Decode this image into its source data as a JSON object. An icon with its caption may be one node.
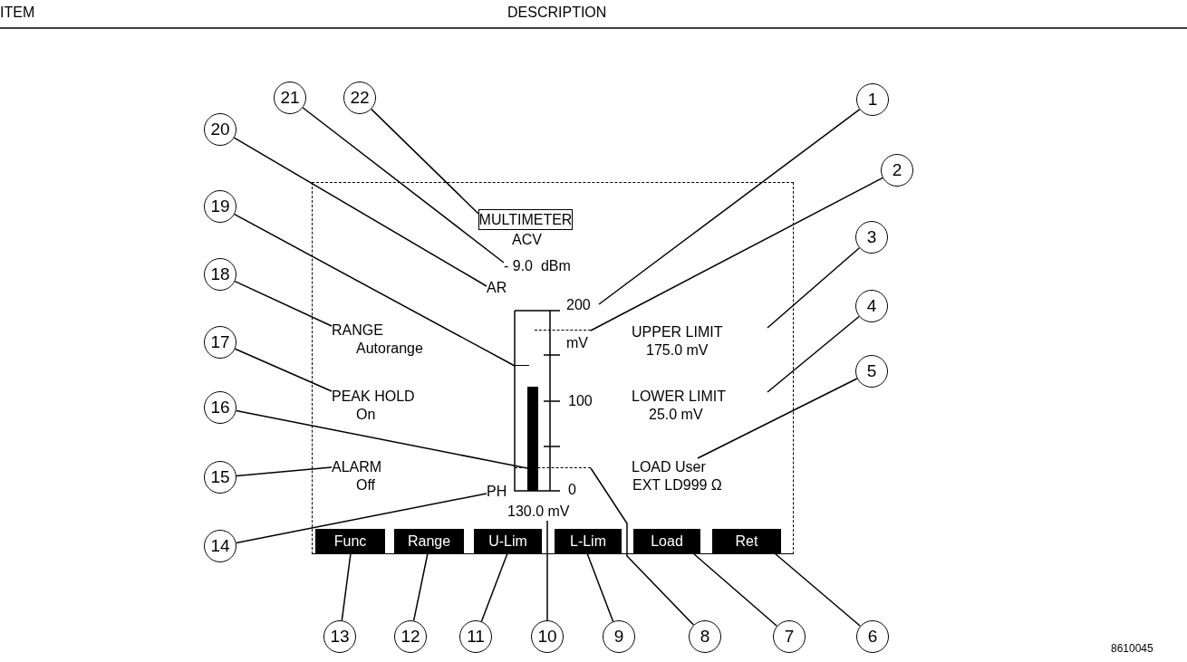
{
  "diagram": {
    "nodes": [
      {
        "text": [
          "1"
        ]
      },
      {
        "text": [
          "2"
        ]
      },
      {
        "text": [
          "3"
        ]
      },
      {
        "text": [
          "4"
        ]
      },
      {
        "text": [
          "5"
        ]
      },
      {
        "text": [
          "6"
        ]
      },
      {
        "text": [
          "7"
        ]
      },
      {
        "text": [
          "8"
        ]
      },
      {
        "text": [
          "9"
        ]
      },
      {
        "text": [
          "10"
        ]
      },
      {
        "text": [
          "11"
        ]
      },
      {
        "text": [
          "12"
        ]
      },
      {
        "text": [
          "13"
        ]
      },
      {
        "text": [
          "14"
        ]
      },
      {
        "text": [
          "15"
        ]
      },
      {
        "text": [
          "16"
        ]
      },
      {
        "text": [
          "17"
        ]
      },
      {
        "text": [
          "18"
        ]
      },
      {
        "text": [
          "19"
        ]
      },
      {
        "text": [
          "20"
        ]
      },
      {
        "text": [
          "21"
        ]
      },
      {
        "text": [
          "22"
        ]
      },
      {
        "text": [
          "200"
        ]
      },
      {
        "text": [],
        "shape": "line"
      },
      {
        "text": [
          "UPPER LIMIT",
          "175.0 mV"
        ]
      },
      {
        "text": [
          "LOWER LIMIT",
          "25.0 mV"
        ]
      },
      {
        "text": [
          "LOAD User",
          "EXT LD999 Ω"
        ]
      },
      {
        "text": [
          "Ret"
        ]
      },
      {
        "text": [
          "Load"
        ]
      },
      {
        "text": [],
        "shape": "line"
      },
      {
        "text": [
          "L-Lim"
        ]
      },
      {
        "text": [
          "130.0 mV"
        ]
      },
      {
        "text": [
          "U-Lim"
        ]
      },
      {
        "text": [
          "Range"
        ]
      },
      {
        "text": [
          "Func"
        ]
      },
      {
        "text": [
          "PH"
        ]
      },
      {
        "text": [
          "ALARM",
          "Off"
        ]
      },
      {
        "text": [],
        "shape": "bar"
      },
      {
        "text": [
          "PEAK HOLD",
          "On"
        ]
      },
      {
        "text": [
          "RANGE",
          "Autorange"
        ]
      },
      {
        "text": [],
        "shape": "line"
      },
      {
        "text": [
          "AR"
        ]
      },
      {
        "text": [
          "- 9.0  dBm"
        ]
      },
      {
        "text": [
          "MULTIMETER"
        ]
      }
    ],
    "edges": [
      {
        "from": 0,
        "to": 22,
        "arrow": "none"
      },
      {
        "from": 1,
        "to": 23,
        "arrow": "none"
      },
      {
        "from": 2,
        "to": 24,
        "arrow": "none"
      },
      {
        "from": 3,
        "to": 25,
        "arrow": "none"
      },
      {
        "from": 4,
        "to": 26,
        "arrow": "none"
      },
      {
        "from": 5,
        "to": 27,
        "arrow": "none"
      },
      {
        "from": 6,
        "to": 28,
        "arrow": "none"
      },
      {
        "from": 7,
        "to": 29,
        "arrow": "none"
      },
      {
        "from": 8,
        "to": 30,
        "arrow": "none"
      },
      {
        "from": 9,
        "to": 31,
        "arrow": "none"
      },
      {
        "from": 10,
        "to": 32,
        "arrow": "none"
      },
      {
        "from": 11,
        "to": 33,
        "arrow": "none"
      },
      {
        "from": 12,
        "to": 34,
        "arrow": "none"
      },
      {
        "from": 13,
        "to": 35,
        "arrow": "none"
      },
      {
        "from": 14,
        "to": 36,
        "arrow": "none"
      },
      {
        "from": 15,
        "to": 37,
        "arrow": "none"
      },
      {
        "from": 16,
        "to": 38,
        "arrow": "none"
      },
      {
        "from": 17,
        "to": 39,
        "arrow": "none"
      },
      {
        "from": 18,
        "to": 40,
        "arrow": "none"
      },
      {
        "from": 19,
        "to": 41,
        "arrow": "none"
      },
      {
        "from": 20,
        "to": 42,
        "arrow": "none"
      },
      {
        "from": 21,
        "to": 43,
        "arrow": "none"
      }
    ],
    "labels": [
      "ITEM",
      "DESCRIPTION",
      "ACV",
      "mV",
      "100",
      "0",
      "8610045"
    ]
  }
}
